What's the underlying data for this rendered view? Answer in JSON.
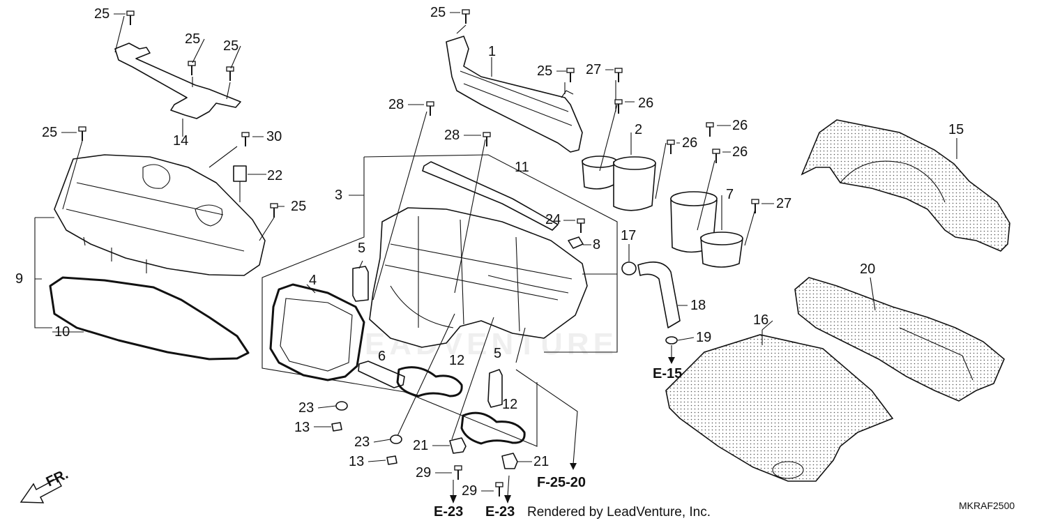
{
  "callouts": {
    "c1": "1",
    "c2": "2",
    "c3": "3",
    "c4": "4",
    "c5a": "5",
    "c5b": "5",
    "c6": "6",
    "c7": "7",
    "c8": "8",
    "c9": "9",
    "c10": "10",
    "c11": "11",
    "c12a": "12",
    "c12b": "12",
    "c13a": "13",
    "c13b": "13",
    "c14": "14",
    "c15": "15",
    "c16": "16",
    "c17": "17",
    "c18": "18",
    "c19": "19",
    "c20": "20",
    "c21a": "21",
    "c21b": "21",
    "c22": "22",
    "c23a": "23",
    "c23b": "23",
    "c24": "24",
    "c25a": "25",
    "c25b": "25",
    "c25c": "25",
    "c25d": "25",
    "c25e": "25",
    "c25f": "25",
    "c25g": "25",
    "c26a": "26",
    "c26b": "26",
    "c26c": "26",
    "c26d": "26",
    "c27a": "27",
    "c27b": "27",
    "c28a": "28",
    "c28b": "28",
    "c29a": "29",
    "c29b": "29",
    "c30": "30"
  },
  "references": {
    "e15": "E-15",
    "e23a": "E-23",
    "e23b": "E-23",
    "f2520": "F-25-20"
  },
  "direction_label": "FR.",
  "credit": "Rendered by LeadVenture, Inc.",
  "diagram_code": "MKRAF2500",
  "watermark": "LEADVENTURE"
}
